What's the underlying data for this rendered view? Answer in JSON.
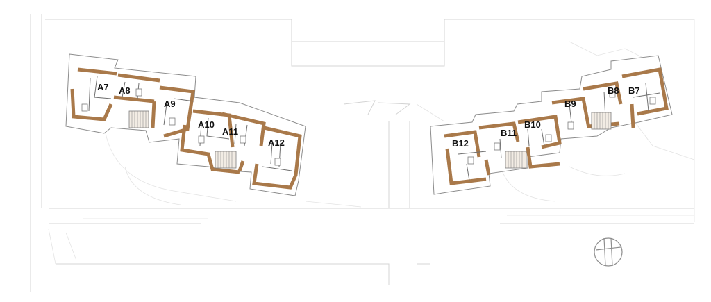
{
  "plan": {
    "building_a": {
      "units": [
        {
          "id": "A7",
          "label": "A7"
        },
        {
          "id": "A8",
          "label": "A8"
        },
        {
          "id": "A9",
          "label": "A9"
        },
        {
          "id": "A10",
          "label": "A10"
        },
        {
          "id": "A11",
          "label": "A11"
        },
        {
          "id": "A12",
          "label": "A12"
        }
      ]
    },
    "building_b": {
      "units": [
        {
          "id": "B7",
          "label": "B7"
        },
        {
          "id": "B8",
          "label": "B8"
        },
        {
          "id": "B9",
          "label": "B9"
        },
        {
          "id": "B10",
          "label": "B10"
        },
        {
          "id": "B11",
          "label": "B11"
        },
        {
          "id": "B12",
          "label": "B12"
        }
      ]
    },
    "colors": {
      "wall": "#a9794a",
      "stair": "#f2ece4",
      "site_lines": "#d4d4d4"
    }
  }
}
